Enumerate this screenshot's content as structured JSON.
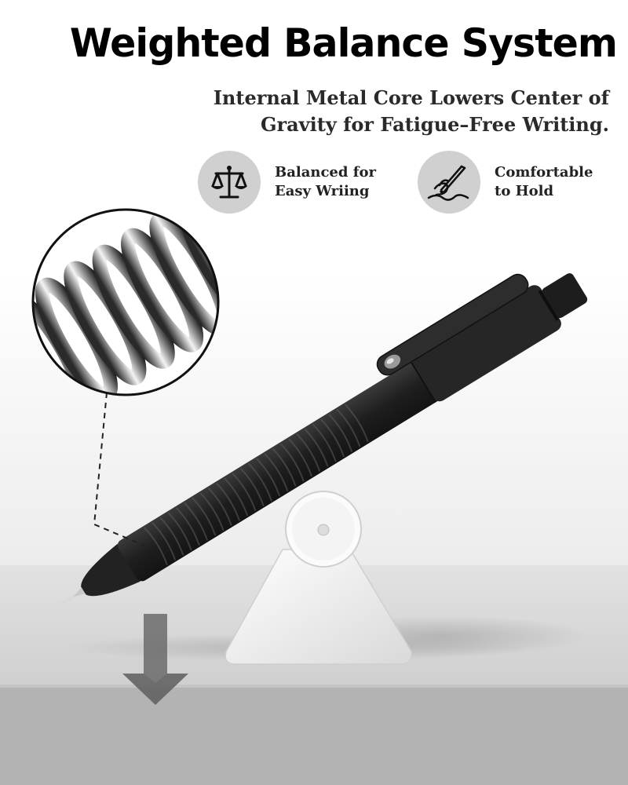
{
  "header": {
    "title": "Weighted Balance System",
    "subtitle_lines": [
      "Internal Metal Core Lowers Center of",
      "Gravity for Fatigue–Free Writing."
    ]
  },
  "features": [
    {
      "icon": "balance-scale-icon",
      "lines": [
        "Balanced for",
        "Easy Wriing"
      ]
    },
    {
      "icon": "hand-writing-icon",
      "lines": [
        "Comfortable",
        "to Hold"
      ]
    }
  ],
  "colors": {
    "pen_body": "#262626",
    "icon_circle": "#d0d0d0",
    "floor": "#d6d6d6",
    "floor_front": "#b5b5b5",
    "stand": "#f2f2f2"
  }
}
